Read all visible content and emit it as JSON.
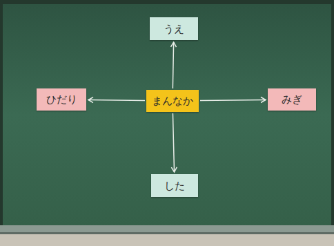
{
  "diagram": {
    "nodes": [
      {
        "text": [
          "うえ"
        ]
      },
      {
        "text": [
          "ひだり"
        ]
      },
      {
        "text": [
          "まんなか"
        ]
      },
      {
        "text": [
          "みぎ"
        ]
      },
      {
        "text": [
          "した"
        ]
      }
    ],
    "edges": [
      {
        "from": 2,
        "to": 0,
        "arrow": "to"
      },
      {
        "from": 2,
        "to": 1,
        "arrow": "to"
      },
      {
        "from": 2,
        "to": 3,
        "arrow": "to"
      },
      {
        "from": 2,
        "to": 4,
        "arrow": "to"
      }
    ]
  }
}
